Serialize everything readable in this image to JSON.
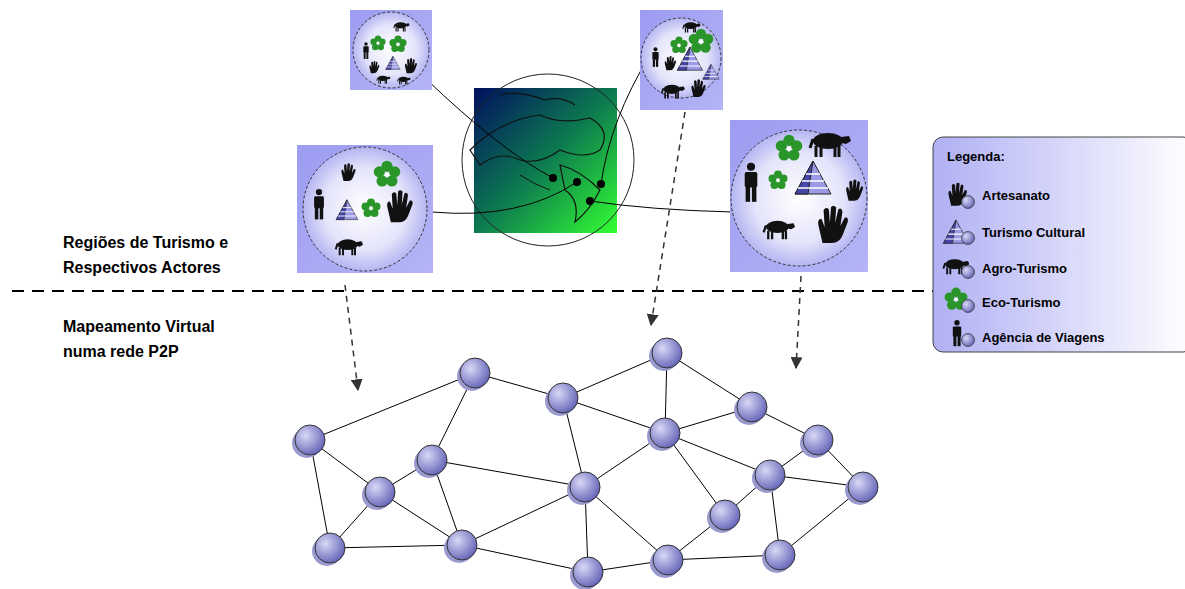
{
  "diagram": {
    "labels": [
      "Regiões de Turismo e Respectivos Actores",
      "Mapeamento Virtual numa rede P2P",
      "Legenda:"
    ],
    "legend": [
      {
        "text": "Artesanato"
      },
      {
        "text": "Turismo Cultural"
      },
      {
        "text": "Agro-Turismo"
      },
      {
        "text": "Eco-Turismo"
      },
      {
        "text": "Agência de Viagens"
      }
    ]
  }
}
